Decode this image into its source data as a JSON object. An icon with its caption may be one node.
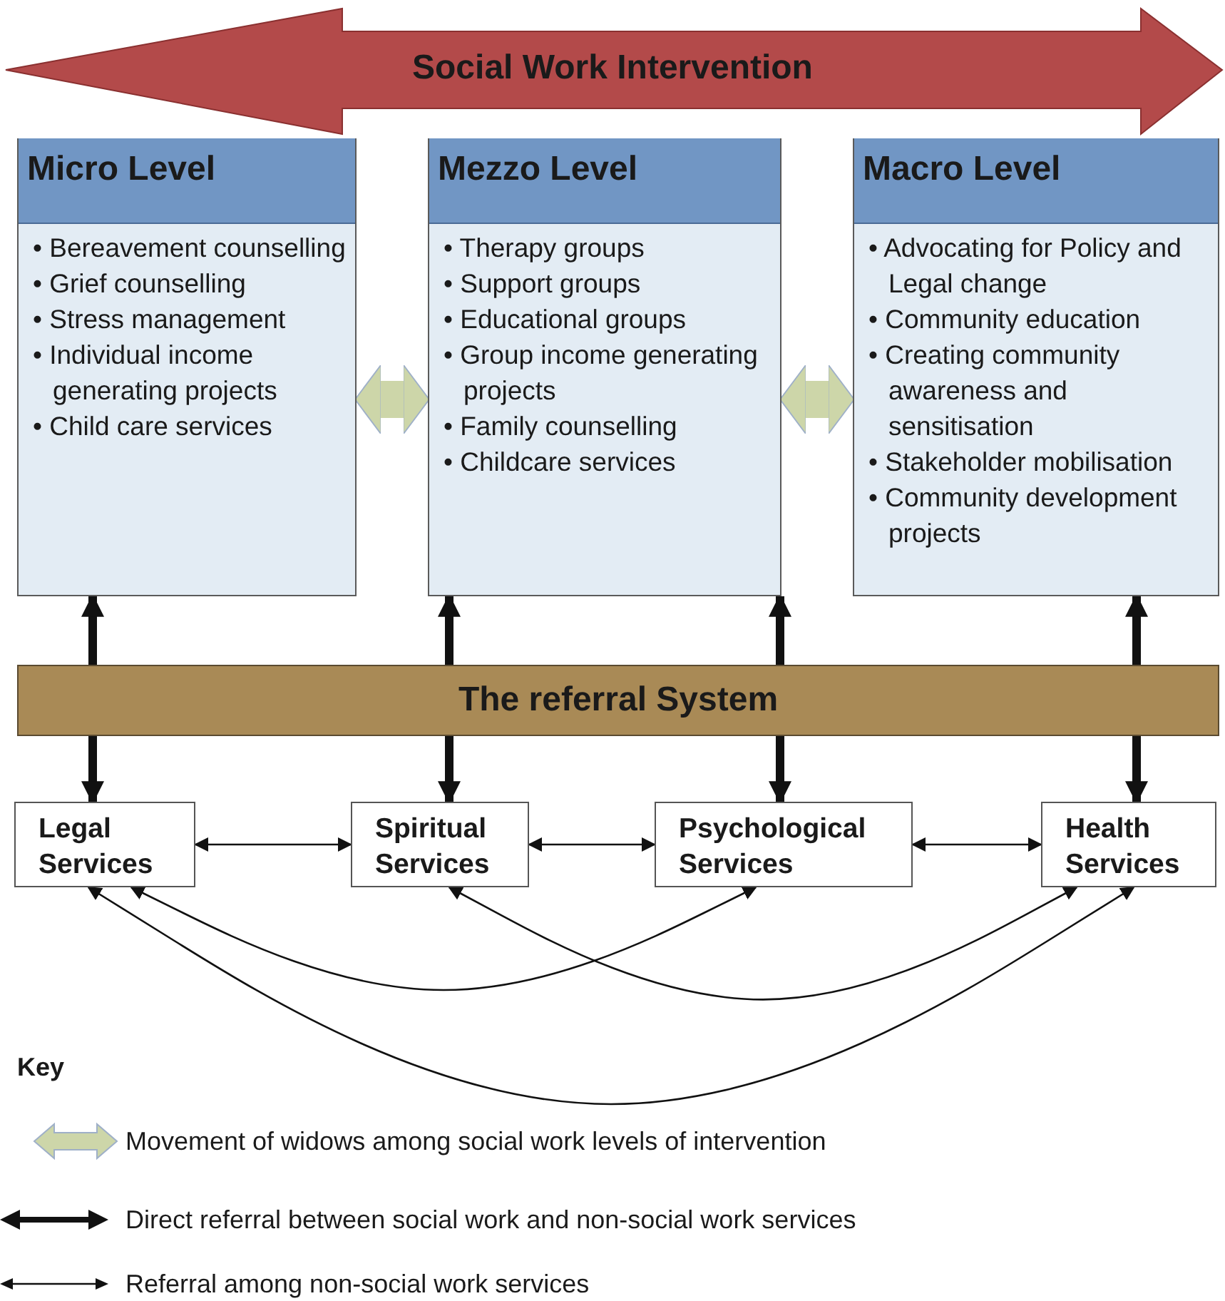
{
  "diagram": {
    "nodes": [
      {
        "text": [
          "Social Work Intervention"
        ]
      },
      {
        "text": [
          "Micro Level",
          "• Bereavement counselling",
          "• Grief counselling",
          "• Stress management",
          "• Individual income generating projects",
          "• Child care services"
        ]
      },
      {
        "text": [
          "Mezzo Level",
          "• Therapy groups",
          "• Support groups",
          "• Educational groups",
          "• Group income generating projects",
          "• Family counselling",
          "• Childcare services"
        ]
      },
      {
        "text": [
          "Macro Level",
          "• Advocating for Policy and Legal change",
          "• Community education",
          "• Creating community awareness and sensitisation",
          "• Stakeholder mobilisation",
          "• Community development projects"
        ]
      },
      {
        "text": [
          "The referral System"
        ]
      },
      {
        "text": [
          "Legal Services"
        ]
      },
      {
        "text": [
          "Spiritual Services"
        ]
      },
      {
        "text": [
          "Psychological Services"
        ]
      },
      {
        "text": [
          "Health Services"
        ]
      }
    ],
    "edges": [
      {
        "from": 1,
        "to": 2,
        "arrow": "both",
        "style": "thick",
        "color": "#cdd6a9"
      },
      {
        "from": 2,
        "to": 3,
        "arrow": "both",
        "style": "thick",
        "color": "#cdd6a9"
      },
      {
        "from": 4,
        "to": 1,
        "arrow": "to"
      },
      {
        "from": 4,
        "to": 2,
        "arrow": "to"
      },
      {
        "from": 4,
        "to": 2,
        "arrow": "to"
      },
      {
        "from": 4,
        "to": 3,
        "arrow": "to"
      },
      {
        "from": 4,
        "to": 5,
        "arrow": "to"
      },
      {
        "from": 4,
        "to": 6,
        "arrow": "to"
      },
      {
        "from": 4,
        "to": 7,
        "arrow": "to"
      },
      {
        "from": 4,
        "to": 8,
        "arrow": "to"
      },
      {
        "from": 5,
        "to": 6,
        "arrow": "both"
      },
      {
        "from": 6,
        "to": 7,
        "arrow": "both"
      },
      {
        "from": 7,
        "to": 8,
        "arrow": "both"
      },
      {
        "from": 5,
        "to": 7,
        "arrow": "both"
      },
      {
        "from": 6,
        "to": 8,
        "arrow": "both"
      },
      {
        "from": 5,
        "to": 8,
        "arrow": "both"
      }
    ],
    "labels": [
      "Key"
    ],
    "legend": [
      {
        "text": "Movement of widows among social work levels of intervention"
      },
      {
        "text": "Direct referral between social work and non-social work services"
      },
      {
        "text": "Referral among non-social work services"
      }
    ]
  }
}
